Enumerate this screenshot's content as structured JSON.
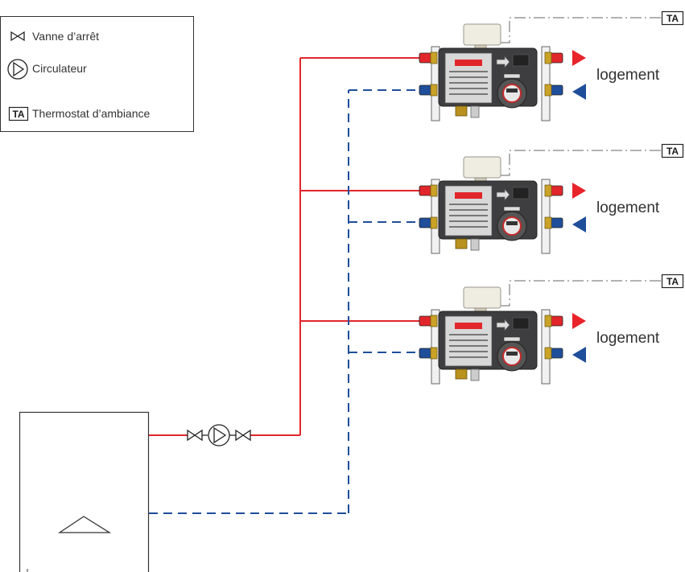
{
  "legend": {
    "items": [
      {
        "symbol": "valve-icon",
        "label": "Vanne d’arrêt"
      },
      {
        "symbol": "pump-icon",
        "label": "Circulateur"
      },
      {
        "symbol": "thermostat-icon",
        "symbol_text": "TA",
        "label": "Thermostat d’ambiance"
      }
    ]
  },
  "units": [
    {
      "label": "logement",
      "thermostat": "TA"
    },
    {
      "label": "logement",
      "thermostat": "TA"
    },
    {
      "label": "logement",
      "thermostat": "TA"
    }
  ],
  "colors": {
    "supply": "#e1262b",
    "return": "#1f4e9a",
    "line": "#333333",
    "thermostat_line": "#666666"
  }
}
